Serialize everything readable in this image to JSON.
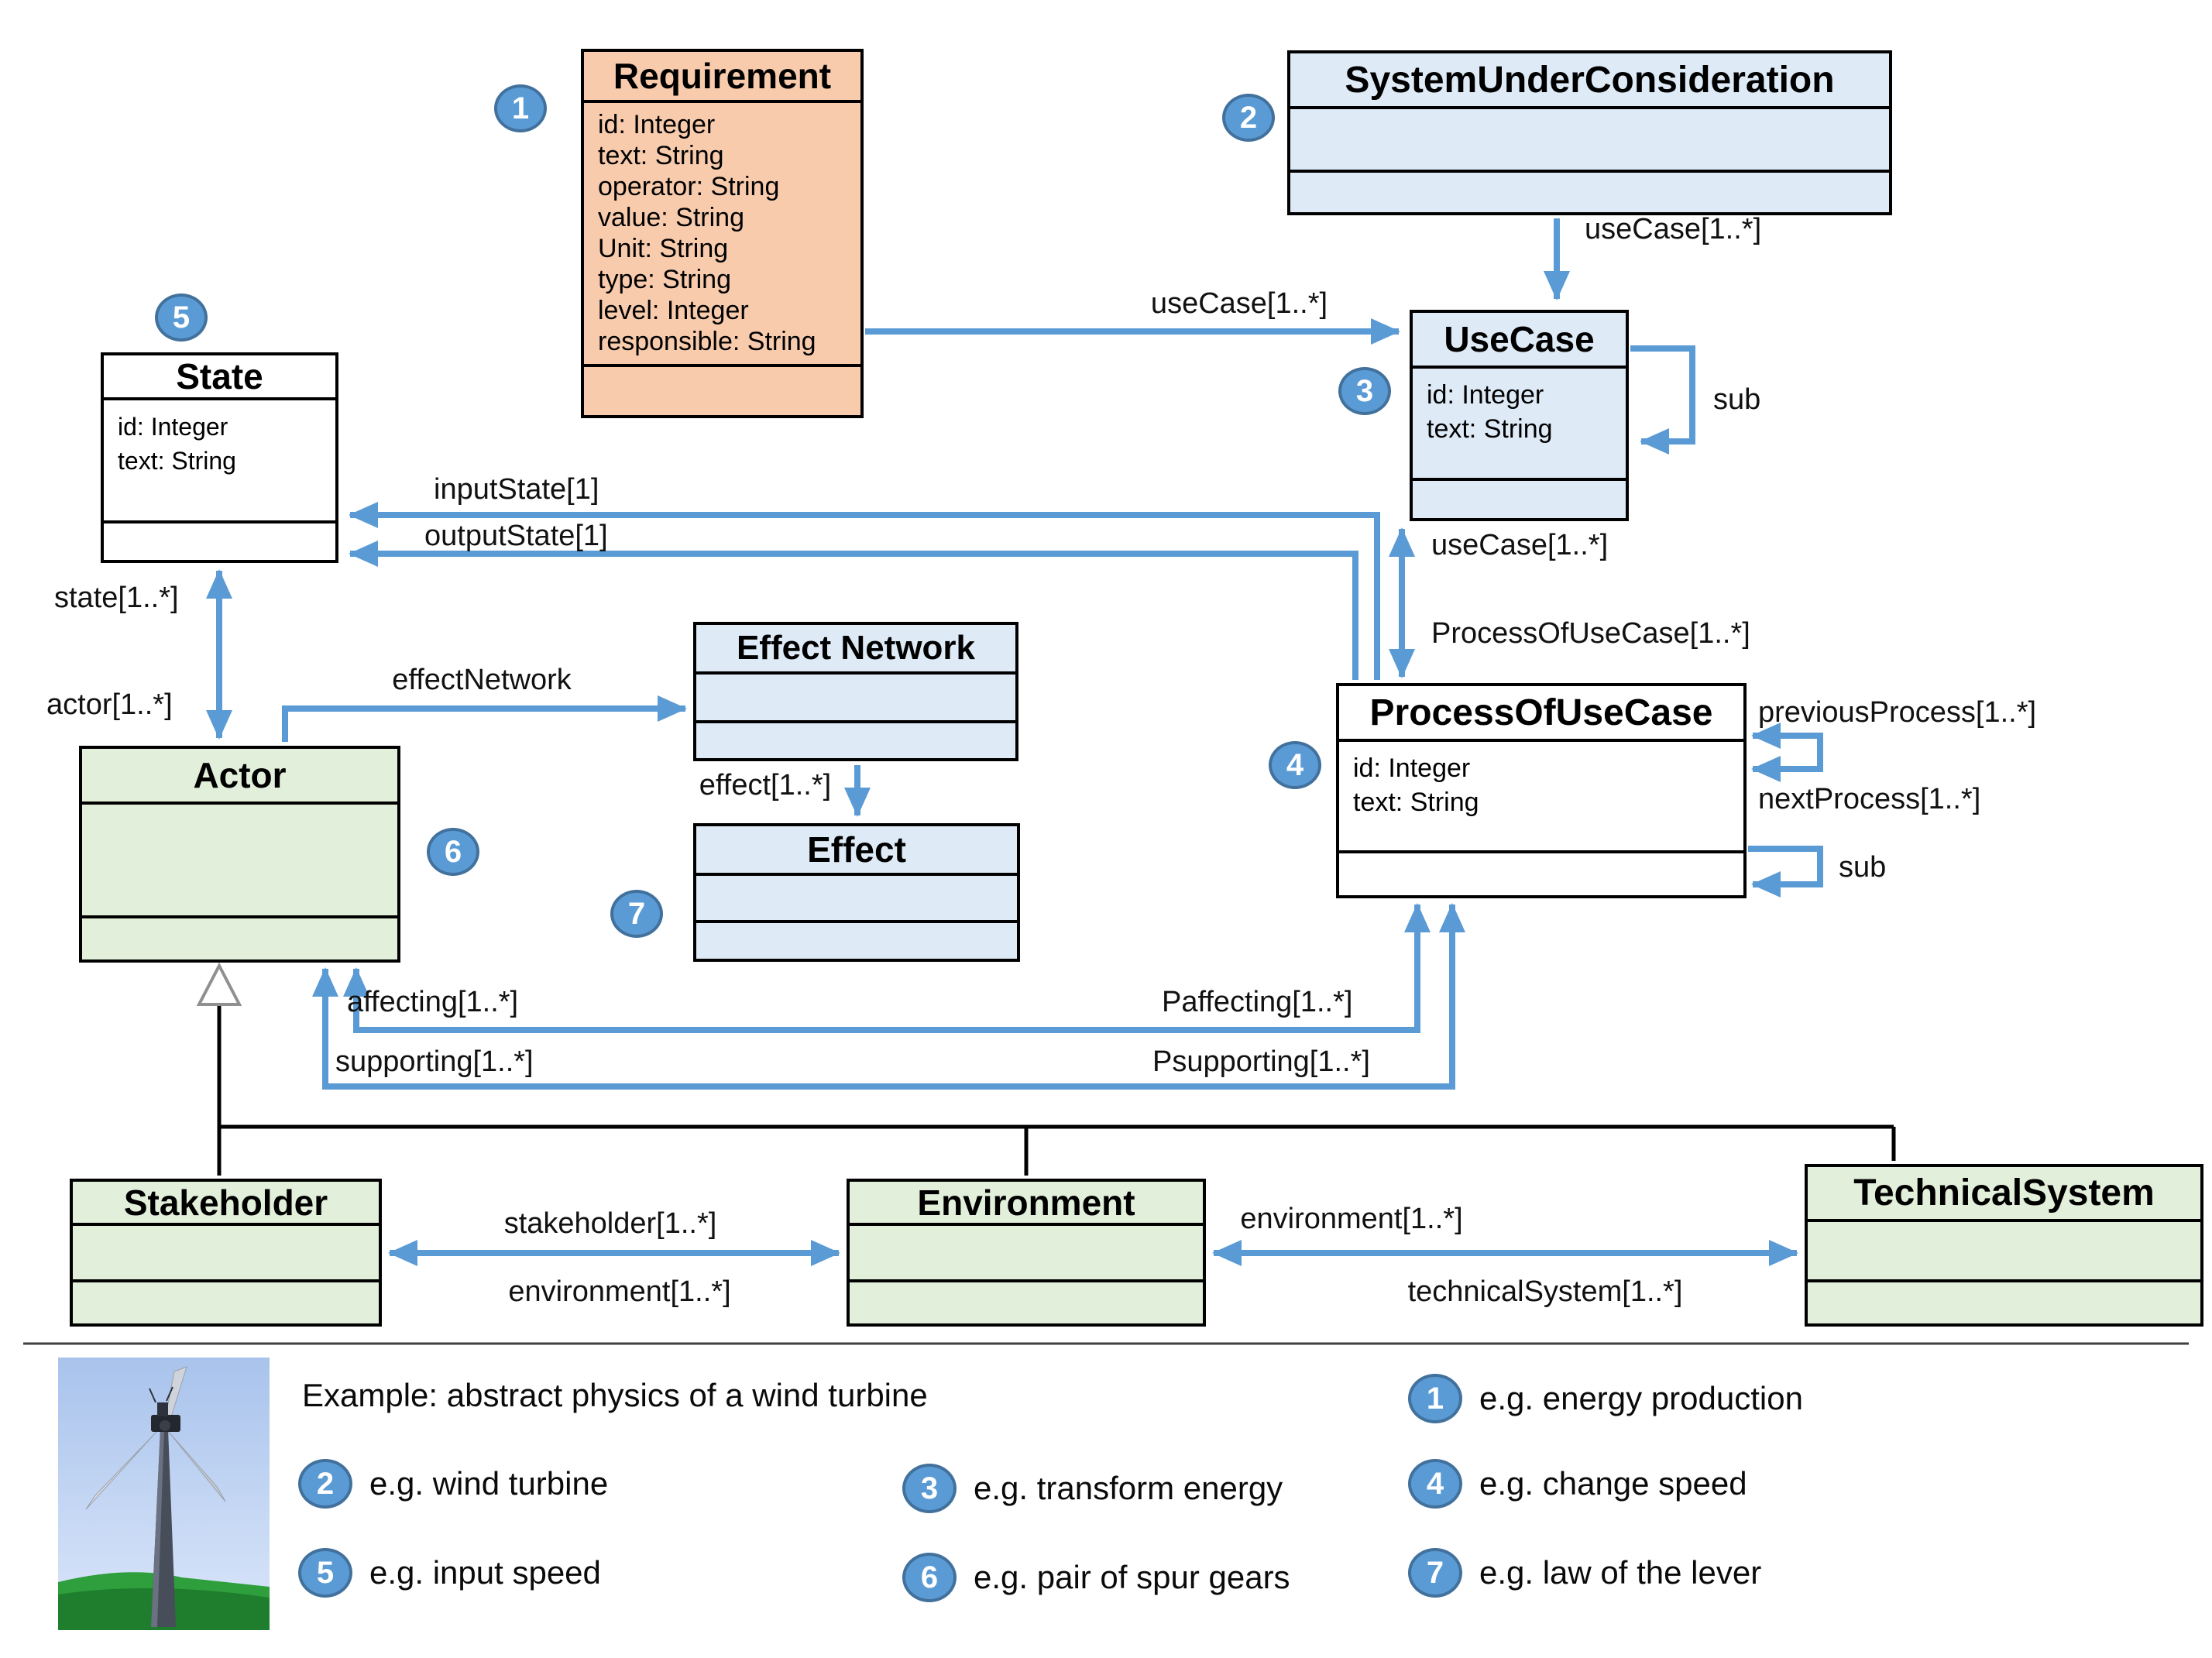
{
  "colors": {
    "accent_blue": "#5B9BD5",
    "circle_border": "#41719C",
    "box_orange": "#F8CBAD",
    "box_blue": "#DEEBF7",
    "box_green": "#E2EFDA",
    "box_white": "#FFFFFF"
  },
  "classes": {
    "requirement": {
      "title": "Requirement",
      "attributes": [
        "id: Integer",
        "text: String",
        "operator: String",
        "value: String",
        "Unit: String",
        "type: String",
        "level: Integer",
        "responsible: String"
      ]
    },
    "system_under_consideration": {
      "title": "SystemUnderConsideration",
      "attributes": []
    },
    "use_case": {
      "title": "UseCase",
      "attributes": [
        "id: Integer",
        "text: String"
      ]
    },
    "state": {
      "title": "State",
      "attributes": [
        "id: Integer",
        "text: String"
      ]
    },
    "effect_network": {
      "title": "Effect Network",
      "attributes": []
    },
    "effect": {
      "title": "Effect",
      "attributes": []
    },
    "process_of_use_case": {
      "title": "ProcessOfUseCase",
      "attributes": [
        "id: Integer",
        "text: String"
      ]
    },
    "actor": {
      "title": "Actor",
      "attributes": []
    },
    "stakeholder": {
      "title": "Stakeholder",
      "attributes": []
    },
    "environment": {
      "title": "Environment",
      "attributes": []
    },
    "technical_system": {
      "title": "TechnicalSystem",
      "attributes": []
    }
  },
  "edge_labels": {
    "usecase_from_requirement": "useCase[1..*]",
    "usecase_from_suc": "useCase[1..*]",
    "sub_usecase": "sub",
    "usecase_up": "useCase[1..*]",
    "process_of_usecase_down": "ProcessOfUseCase[1..*]",
    "input_state": "inputState[1]",
    "output_state": "outputState[1]",
    "state_mult": "state[1..*]",
    "actor_mult": "actor[1..*]",
    "effect_network_ref": "effectNetwork",
    "effect_mult": "effect[1..*]",
    "affecting": "affecting[1..*]",
    "supporting": "supporting[1..*]",
    "paffecting": "Paffecting[1..*]",
    "psupporting": "Psupporting[1..*]",
    "previous_process": "previousProcess[1..*]",
    "next_process": "nextProcess[1..*]",
    "sub_process": "sub",
    "stakeholder_mult": "stakeholder[1..*]",
    "environment_mult_left": "environment[1..*]",
    "environment_mult_right": "environment[1..*]",
    "technical_system_mult": "technicalSystem[1..*]"
  },
  "badges": {
    "b1": "1",
    "b2": "2",
    "b3": "3",
    "b4": "4",
    "b5": "5",
    "b6": "6",
    "b7": "7"
  },
  "legend": {
    "heading": "Example: abstract physics of a wind turbine",
    "items": [
      {
        "n": "1",
        "text": "e.g. energy production"
      },
      {
        "n": "2",
        "text": "e.g. wind turbine"
      },
      {
        "n": "3",
        "text": "e.g. transform energy"
      },
      {
        "n": "4",
        "text": "e.g. change speed"
      },
      {
        "n": "5",
        "text": "e.g. input speed"
      },
      {
        "n": "6",
        "text": "e.g. pair of spur gears"
      },
      {
        "n": "7",
        "text": "e.g. law of the lever"
      }
    ]
  }
}
